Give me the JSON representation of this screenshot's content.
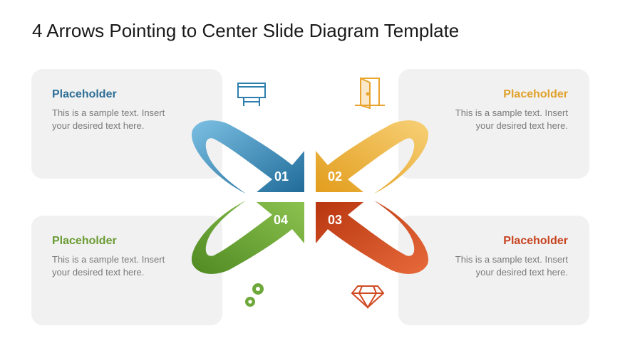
{
  "title": "4 Arrows Pointing to Center Slide Diagram Template",
  "colors": {
    "blue": "#2e7fae",
    "yellow": "#f2b33d",
    "green": "#6fa83a",
    "red": "#d04a23",
    "card_bg": "#f1f1f1",
    "body_text": "#7a7a7a"
  },
  "items": [
    {
      "number": "01",
      "heading": "Placeholder",
      "body": "This is a sample text. Insert your desired text here.",
      "color": "#2e6f96",
      "icon": "billboard-icon"
    },
    {
      "number": "02",
      "heading": "Placeholder",
      "body": "This is a sample text. Insert your desired text here.",
      "color": "#e0a12a",
      "icon": "door-icon"
    },
    {
      "number": "03",
      "heading": "Placeholder",
      "body": "This is a sample text. Insert your desired text here.",
      "color": "#c7431f",
      "icon": "diamond-icon"
    },
    {
      "number": "04",
      "heading": "Placeholder",
      "body": "This is a sample text. Insert your desired text here.",
      "color": "#6a9b34",
      "icon": "gears-icon"
    }
  ]
}
